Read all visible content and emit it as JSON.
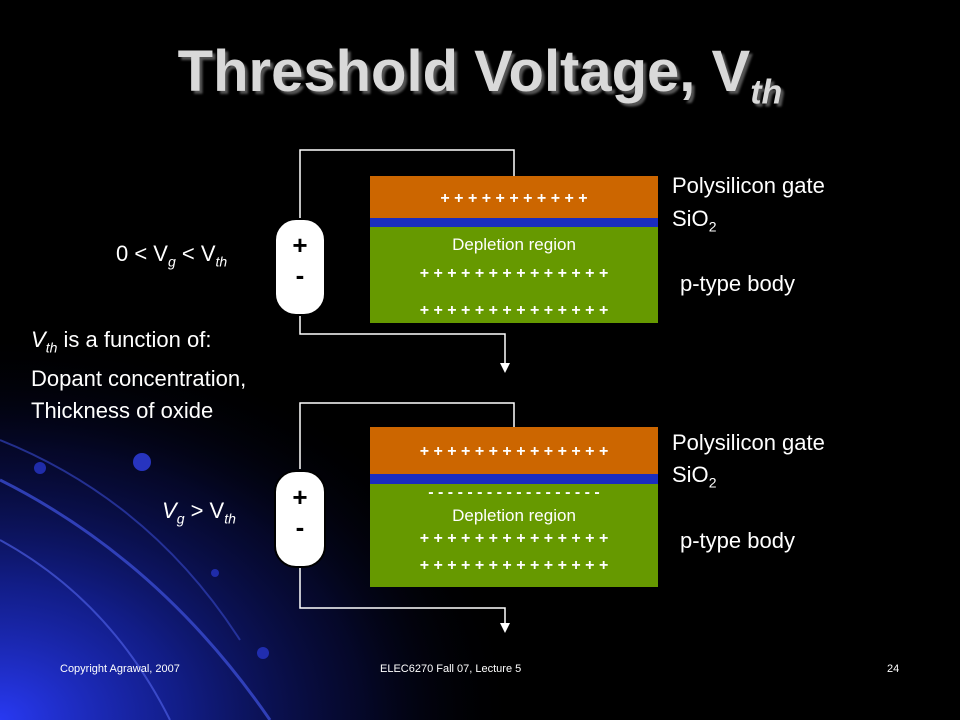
{
  "title": {
    "main": "Threshold Voltage, V",
    "sub": "th"
  },
  "diagram_top": {
    "condition": {
      "pre": "0 < V",
      "sub1": "g",
      "mid": " < V",
      "sub2": "th"
    },
    "gate_charges": "+  +  +  +  +  +  +  +  +  +  +",
    "oxide_charges": "",
    "depletion_label": "Depletion region",
    "body_row1": "+ + + + + + + + + + + + + +",
    "body_row2": "+ + + + + + + + + + + + + +",
    "battery_plus": "+",
    "battery_minus": "-",
    "label_gate": "Polysilicon gate",
    "label_oxide": {
      "text": "SiO",
      "sub": "2"
    },
    "label_body": "p-type body"
  },
  "diagram_bottom": {
    "condition": {
      "pre": "V",
      "sub1": "g",
      "mid": " > V",
      "sub2": "th"
    },
    "gate_charges": "+ + + + + + + + + + + + + +",
    "oxide_charges": "- - - - - - - - - - - - - - - - - -",
    "depletion_label": "Depletion region",
    "body_row1": "+ + + + + + + + + + + + + +",
    "body_row2": "+ + + + + + + + + + + + + +",
    "battery_plus": "+",
    "battery_minus": "-",
    "label_gate": "Polysilicon gate",
    "label_oxide": {
      "text": "SiO",
      "sub": "2"
    },
    "label_body": "p-type body"
  },
  "note": {
    "line1_sym": "V",
    "line1_sub": "th",
    "line1_rest": " is a function of:",
    "line2": "Dopant concentration,",
    "line3": "Thickness of oxide"
  },
  "footer": {
    "left": "Copyright Agrawal, 2007",
    "center": "ELEC6270 Fall 07, Lecture 5",
    "page": "24"
  },
  "colors": {
    "background": "#000000",
    "gate": "#cc6600",
    "oxide": "#1a2dbf",
    "body": "#669900",
    "wire": "#ffffff",
    "accent_blue": "#1e2a8c"
  }
}
